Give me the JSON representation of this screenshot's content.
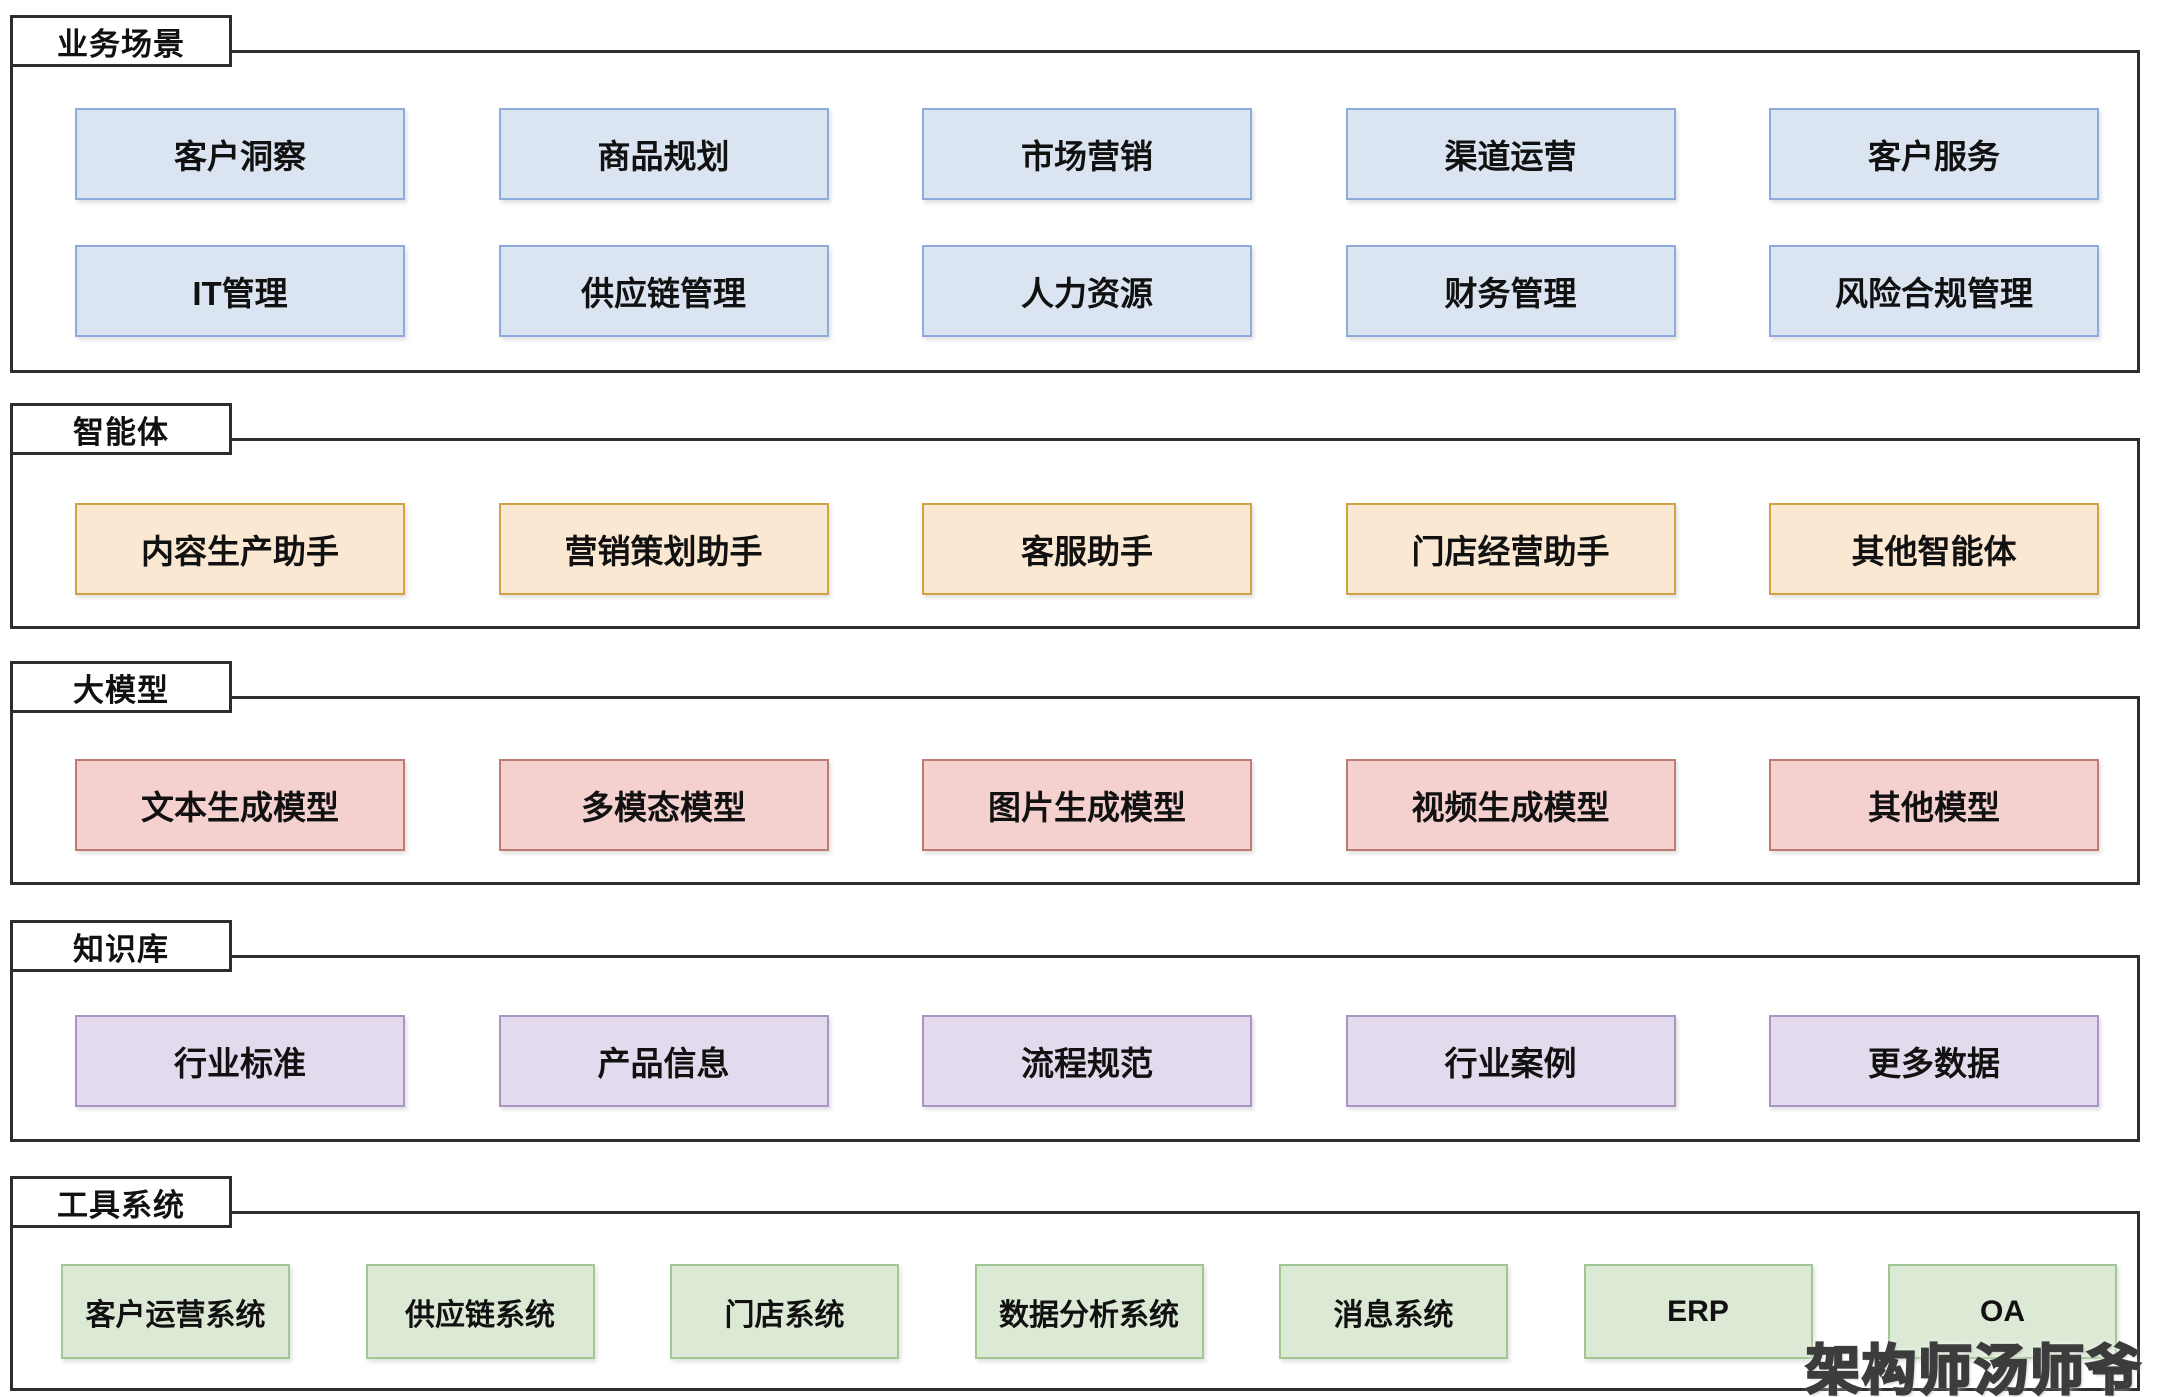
{
  "diagram": {
    "watermark": "架构师汤师爷",
    "frame_border_color": "#2d2d2d",
    "sections": [
      {
        "id": "business-scenarios",
        "label": "业务场景",
        "box_fill": "#dbe5f2",
        "box_border": "#8faadc",
        "rows": [
          [
            "客户洞察",
            "商品规划",
            "市场营销",
            "渠道运营",
            "客户服务"
          ],
          [
            "IT管理",
            "供应链管理",
            "人力资源",
            "财务管理",
            "风险合规管理"
          ]
        ]
      },
      {
        "id": "agents",
        "label": "智能体",
        "box_fill": "#fae8d2",
        "box_border": "#d2a345",
        "rows": [
          [
            "内容生产助手",
            "营销策划助手",
            "客服助手",
            "门店经营助手",
            "其他智能体"
          ]
        ]
      },
      {
        "id": "large-models",
        "label": "大模型",
        "box_fill": "#f4d1ce",
        "box_border": "#bd7b76",
        "rows": [
          [
            "文本生成模型",
            "多模态模型",
            "图片生成模型",
            "视频生成模型",
            "其他模型"
          ]
        ]
      },
      {
        "id": "knowledge-base",
        "label": "知识库",
        "box_fill": "#e3daed",
        "box_border": "#a996c6",
        "rows": [
          [
            "行业标准",
            "产品信息",
            "流程规范",
            "行业案例",
            "更多数据"
          ]
        ]
      },
      {
        "id": "tool-systems",
        "label": "工具系统",
        "box_fill": "#dcead5",
        "box_border": "#a2c795",
        "rows": [
          [
            "客户运营系统",
            "供应链系统",
            "门店系统",
            "数据分析系统",
            "消息系统",
            "ERP",
            "OA"
          ]
        ]
      }
    ]
  }
}
